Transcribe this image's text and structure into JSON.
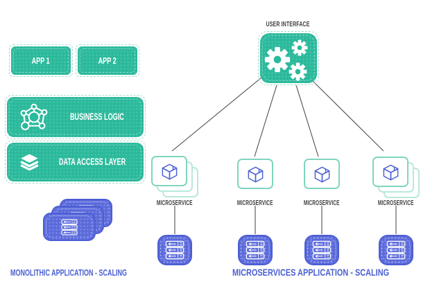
{
  "title": "Monolithic vs Microservices scaling diagram",
  "colors": {
    "teal": "#2ab99b",
    "mint_border": "#7fd5bf",
    "mint_border_light": "#b9e8db",
    "blue_fill": "#5b6adb",
    "blue_border": "#4c5ed3",
    "blue_text": "#4a5fd1",
    "dark_text": "#3e3e3e",
    "connector_line": "#4f4f4f"
  },
  "left_panel": {
    "app_buttons": [
      "APP 1",
      "APP 2"
    ],
    "business_logic_label": "BUSINESS LOGIC",
    "data_access_label": "DATA ACCESS LAYER",
    "caption": "MONOLITHIC APPLICATION - SCALING"
  },
  "right_panel": {
    "user_interface_label": "USER INTERFACE",
    "microservice_labels": [
      "MICROSERVICE",
      "MICROSERVICE",
      "MICROSERVICE",
      "MICROSERVICE"
    ],
    "caption": "MICROSERVICES APPLICATION - SCALING"
  },
  "icons": {
    "business_logic": "network-icon",
    "data_access": "layers-icon",
    "user_interface": "gears-icon",
    "microservice": "package-box-icon",
    "server": "server-rack-icon"
  }
}
